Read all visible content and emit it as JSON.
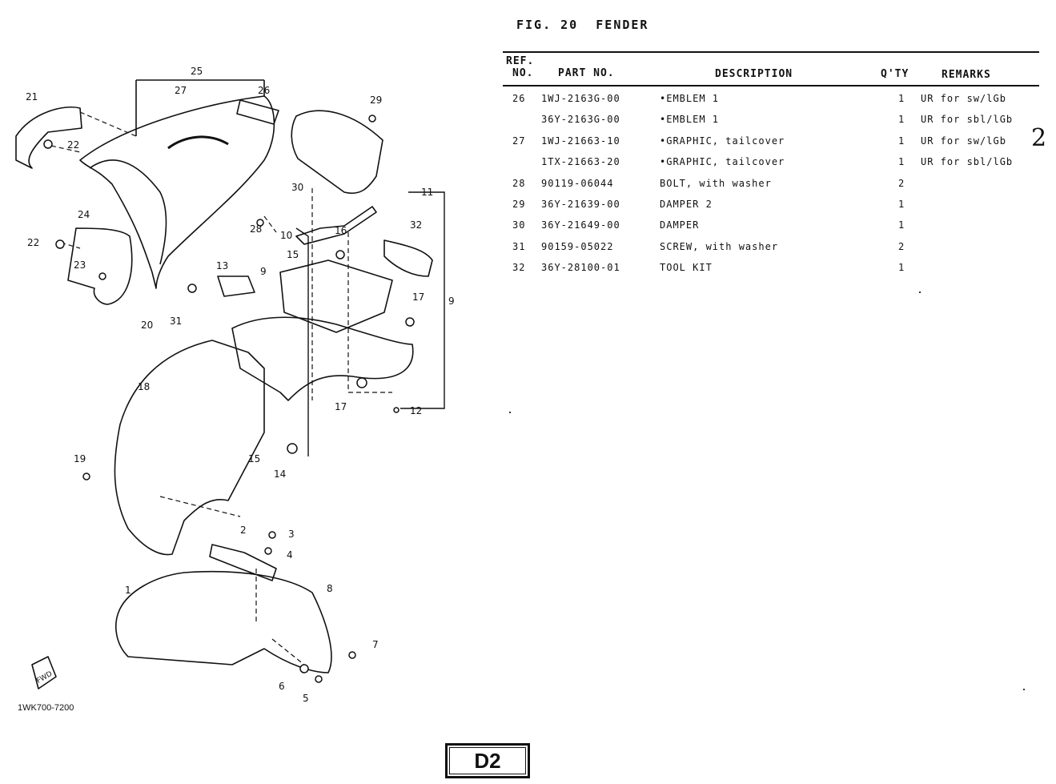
{
  "figure_title": "FIG. 20  FENDER",
  "headers": {
    "ref_line1": "REF.",
    "ref_line2": "NO.",
    "part_no": "PART NO.",
    "description": "DESCRIPTION",
    "qty": "Q'TY",
    "remarks": "REMARKS"
  },
  "rows": [
    {
      "ref": "26",
      "part": "1WJ-2163G-00",
      "desc": "•EMBLEM 1",
      "qty": "1",
      "remarks": "UR for sw/lGb"
    },
    {
      "ref": "",
      "part": "36Y-2163G-00",
      "desc": "•EMBLEM 1",
      "qty": "1",
      "remarks": "UR for sbl/lGb"
    },
    {
      "ref": "27",
      "part": "1WJ-21663-10",
      "desc": "•GRAPHIC, tailcover",
      "qty": "1",
      "remarks": "UR for sw/lGb"
    },
    {
      "ref": "",
      "part": "1TX-21663-20",
      "desc": "•GRAPHIC, tailcover",
      "qty": "1",
      "remarks": "UR for sbl/lGb"
    },
    {
      "ref": "28",
      "part": "90119-06044",
      "desc": "BOLT, with washer",
      "qty": "2",
      "remarks": ""
    },
    {
      "ref": "29",
      "part": "36Y-21639-00",
      "desc": "DAMPER 2",
      "qty": "1",
      "remarks": ""
    },
    {
      "ref": "30",
      "part": "36Y-21649-00",
      "desc": "DAMPER",
      "qty": "1",
      "remarks": ""
    },
    {
      "ref": "31",
      "part": "90159-05022",
      "desc": "SCREW, with washer",
      "qty": "2",
      "remarks": ""
    },
    {
      "ref": "32",
      "part": "36Y-28100-01",
      "desc": "TOOL KIT",
      "qty": "1",
      "remarks": ""
    }
  ],
  "handwritten_note": "2",
  "diagram": {
    "callouts": [
      "25",
      "27",
      "26",
      "21",
      "22",
      "29",
      "30",
      "11",
      "28",
      "24",
      "22",
      "10",
      "16",
      "32",
      "15",
      "13",
      "9",
      "23",
      "31",
      "20",
      "17",
      "9",
      "18",
      "17",
      "12",
      "19",
      "15",
      "14",
      "2",
      "3",
      "4",
      "1",
      "8",
      "7",
      "6",
      "5"
    ],
    "fwd_label": "FWD"
  },
  "drawing_code": "1WK700-7200",
  "page_label": "D2"
}
